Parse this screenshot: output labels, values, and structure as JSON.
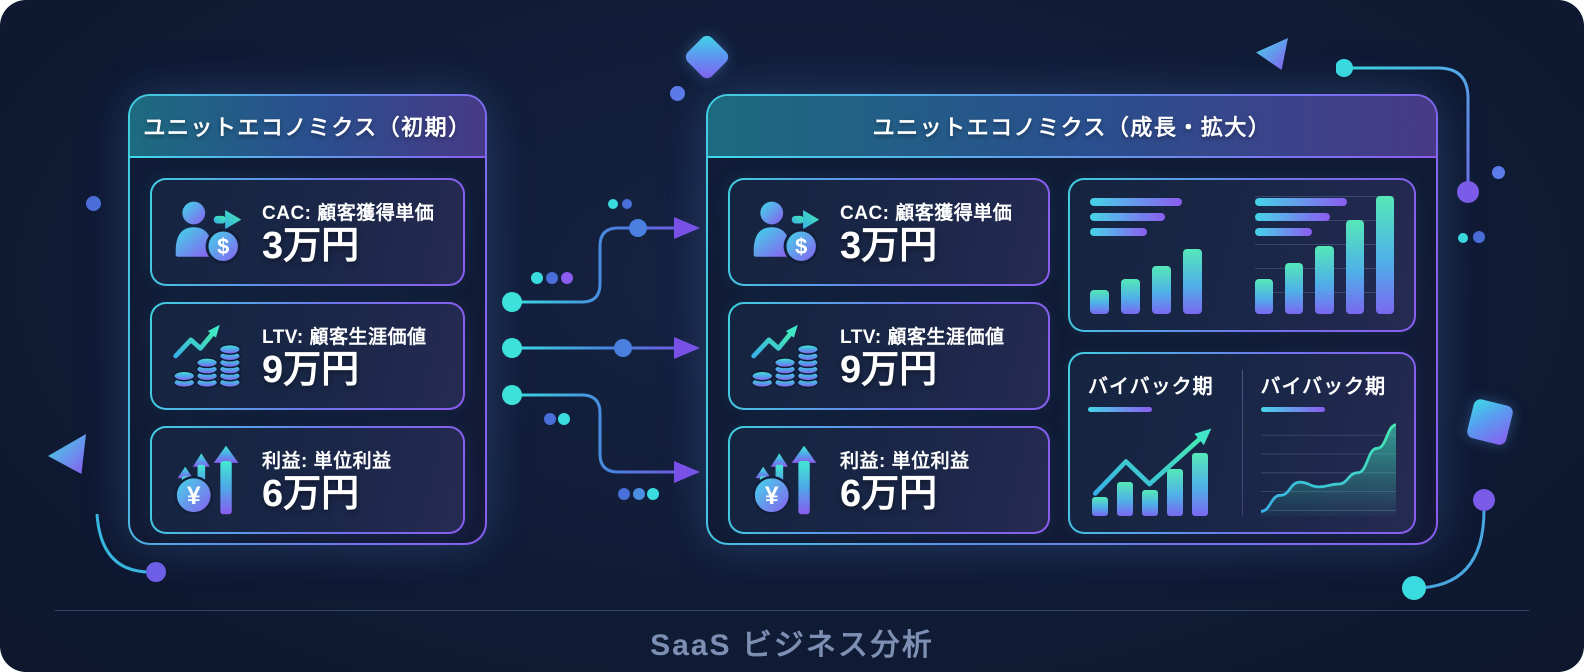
{
  "left_panel": {
    "title": "ユニットエコノミクス（初期）",
    "metrics": [
      {
        "icon": "customer-acquisition-icon",
        "label": "CAC: 顧客獲得単価",
        "value": "3万円"
      },
      {
        "icon": "lifetime-value-icon",
        "label": "LTV: 顧客生涯価値",
        "value": "9万円"
      },
      {
        "icon": "unit-profit-icon",
        "label": "利益: 単位利益",
        "value": "6万円"
      }
    ]
  },
  "right_panel": {
    "title": "ユニットエコノミクス（成長・拡大）",
    "metrics": [
      {
        "icon": "customer-acquisition-icon",
        "label": "CAC: 顧客獲得単価",
        "value": "3万円"
      },
      {
        "icon": "lifetime-value-icon",
        "label": "LTV: 顧客生涯価値",
        "value": "9万円"
      },
      {
        "icon": "unit-profit-icon",
        "label": "利益: 単位利益",
        "value": "6万円"
      }
    ],
    "payback": {
      "left_title": "バイバック期",
      "right_title": "バイバック期"
    }
  },
  "footer": {
    "title": "SaaS ビジネス分析"
  },
  "colors": {
    "background": "#0e1830",
    "accent_teal": "#3fd9e8",
    "accent_purple": "#8a5cf0",
    "accent_blue": "#4a7fe0",
    "accent_green": "#55e8b8",
    "header_gradient_start": "#1d6b80",
    "header_gradient_end": "#483a86",
    "footer_text": "#7d90b4"
  },
  "chart_data": [
    {
      "type": "bar",
      "name": "growth-bars-left",
      "values": [
        20,
        30,
        41,
        55
      ],
      "unit": "percent-of-chart-height",
      "grid": false
    },
    {
      "type": "bar",
      "name": "growth-bars-right",
      "values": [
        30,
        43,
        58,
        80,
        100
      ],
      "unit": "percent-of-chart-height",
      "grid": true
    },
    {
      "type": "bar",
      "name": "payback-bars",
      "values": [
        20,
        36,
        28,
        50,
        67
      ],
      "unit": "percent-of-chart-height",
      "grid": false
    },
    {
      "type": "area",
      "name": "payback-area",
      "values": [
        5,
        22,
        36,
        31,
        34,
        46,
        72,
        97
      ],
      "unit": "percent-of-chart-height",
      "grid": true
    }
  ]
}
